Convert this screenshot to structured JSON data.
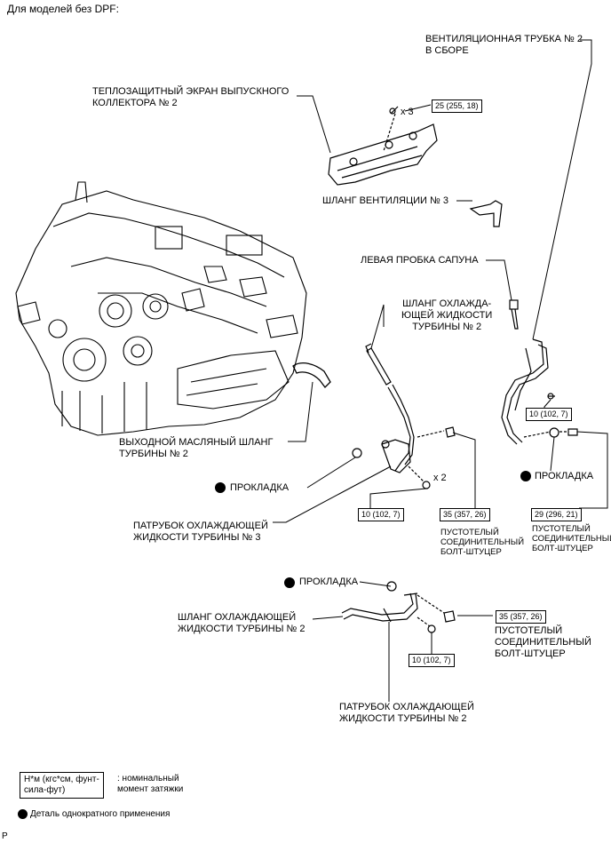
{
  "header": {
    "title": "Для моделей без DPF:"
  },
  "labels": {
    "vent_tube_2_l1": "ВЕНТИЛЯЦИОННАЯ ТРУБКА № 2",
    "vent_tube_2_l2": "В СБОРЕ",
    "heat_shield_l1": "ТЕПЛОЗАЩИТНЫЙ ЭКРАН ВЫПУСКНОГО",
    "heat_shield_l2": "КОЛЛЕКТОРА № 2",
    "vent_hose_3": "ШЛАНГ ВЕНТИЛЯЦИИ № 3",
    "breather_plug": "ЛЕВАЯ ПРОБКА САПУНА",
    "coolant_hose_top_l1": "ШЛАНГ ОХЛАЖДА-",
    "coolant_hose_top_l2": "ЮЩЕЙ ЖИДКОСТИ",
    "coolant_hose_top_l3": "ТУРБИНЫ № 2",
    "oil_hose_l1": "ВЫХОДНОЙ МАСЛЯНЫЙ ШЛАНГ",
    "oil_hose_l2": "ТУРБИНЫ № 2",
    "gasket_left": "ПРОКЛАДКА",
    "gasket_right": "ПРОКЛАДКА",
    "gasket_bottom": "ПРОКЛАДКА",
    "pipe_3_l1": "ПАТРУБОК ОХЛАЖДАЮЩЕЙ",
    "pipe_3_l2": "ЖИДКОСТИ ТУРБИНЫ № 3",
    "union_bolt_mid_l1": "ПУСТОТЕЛЫЙ",
    "union_bolt_mid_l2": "СОЕДИНИТЕЛЬНЫЙ",
    "union_bolt_mid_l3": "БОЛТ-ШТУЦЕР",
    "union_bolt_right_l1": "ПУСТОТЕЛЫЙ",
    "union_bolt_right_l2": "СОЕДИНИТЕЛЬНЫЙ",
    "union_bolt_right_l3": "БОЛТ-ШТУЦЕР",
    "hose_bottom_l1": "ШЛАНГ ОХЛАЖДАЮЩЕЙ",
    "hose_bottom_l2": "ЖИДКОСТИ ТУРБИНЫ № 2",
    "union_bolt_bottom_l1": "ПУСТОТЕЛЫЙ",
    "union_bolt_bottom_l2": "СОЕДИНИТЕЛЬНЫЙ",
    "union_bolt_bottom_l3": "БОЛТ-ШТУЦЕР",
    "pipe_2_l1": "ПАТРУБОК ОХЛАЖДАЮЩЕЙ",
    "pipe_2_l2": "ЖИДКОСТИ ТУРБИНЫ № 2",
    "x3": "x 3",
    "x2": "x 2"
  },
  "torques": {
    "heat_shield": "25 (255, 18)",
    "vent_tube_bolt": "10 (102, 7)",
    "pipe3_bolt": "10 (102, 7)",
    "union_mid": "35 (357, 26)",
    "union_right": "29 (296, 21)",
    "union_bottom": "35 (357, 26)",
    "pipe2_bolt": "10 (102, 7)"
  },
  "legend": {
    "torque_box_l1": "Н*м (кгс*см, фунт-",
    "torque_box_l2": "сила-фут)",
    "torque_desc_l1": ": номинальный",
    "torque_desc_l2": "момент затяжки",
    "single_use": "Деталь однократного применения"
  },
  "footer": {
    "code": "P"
  }
}
